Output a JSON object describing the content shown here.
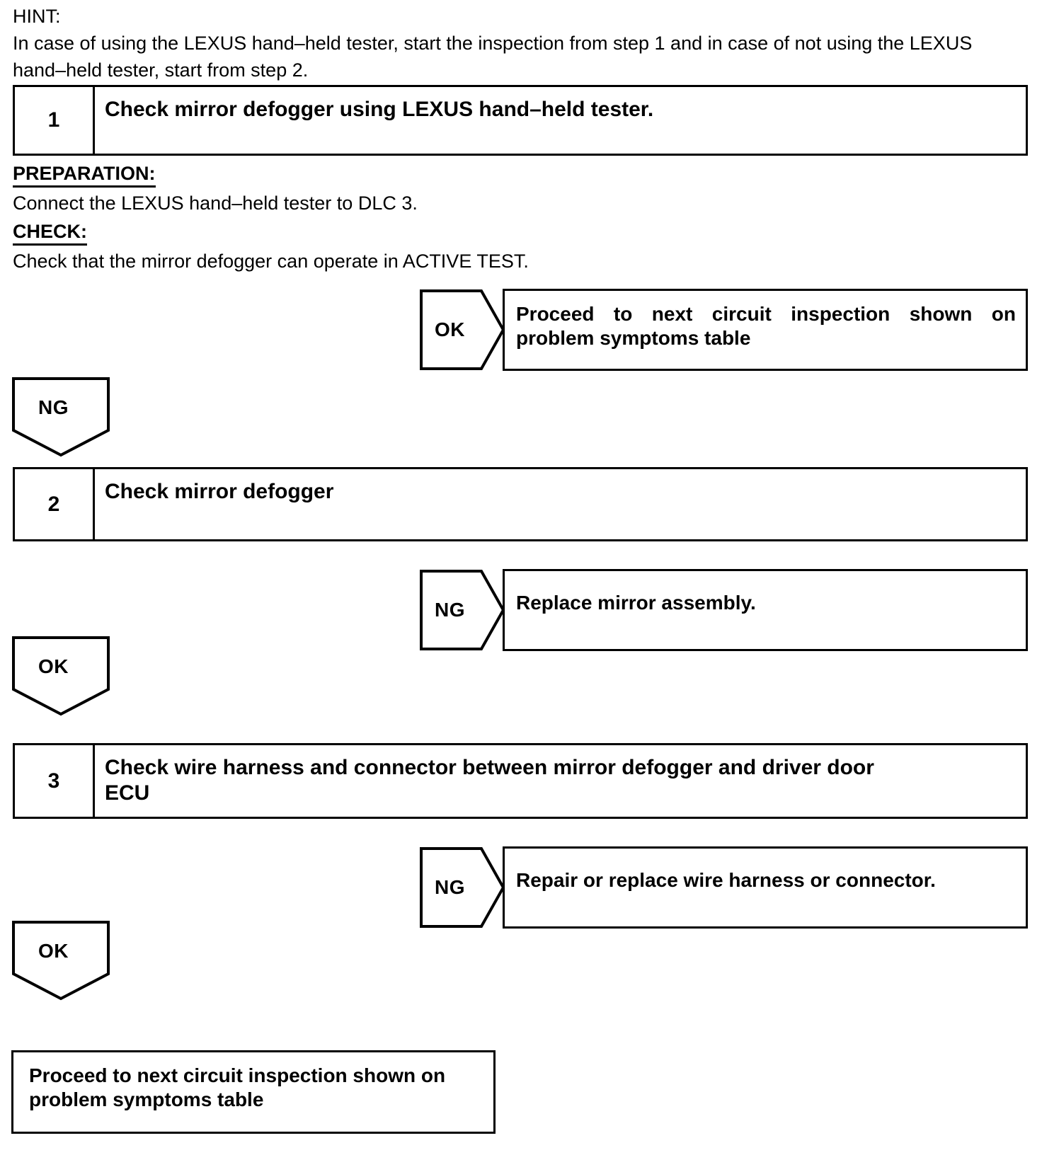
{
  "hint": {
    "label": "HINT:",
    "body": "In case of using the LEXUS hand–held tester, start the inspection from step 1 and in case of not using the LEXUS hand–held tester, start from step 2."
  },
  "preparation": {
    "title": "PREPARATION:",
    "text": "Connect the LEXUS hand–held tester to DLC 3."
  },
  "check": {
    "title": "CHECK:",
    "text": "Check that the mirror defogger can operate in ACTIVE TEST."
  },
  "steps": [
    {
      "number": "1",
      "title": "Check mirror defogger using LEXUS hand–held tester."
    },
    {
      "number": "2",
      "title": "Check mirror defogger"
    },
    {
      "number": "3",
      "title": "Check wire harness and connector between mirror defogger and driver door ECU"
    }
  ],
  "branches": [
    {
      "judgement": "OK",
      "direction": "right",
      "result": "Proceed to next circuit inspection shown on problem symptoms table"
    },
    {
      "judgement": "NG",
      "direction": "down",
      "result": ""
    },
    {
      "judgement": "NG",
      "direction": "right",
      "result": "Replace mirror assembly."
    },
    {
      "judgement": "OK",
      "direction": "down",
      "result": ""
    },
    {
      "judgement": "NG",
      "direction": "right",
      "result": "Repair or replace wire harness or connector."
    },
    {
      "judgement": "OK",
      "direction": "down",
      "result": ""
    }
  ],
  "terminal": {
    "text": "Proceed to next circuit inspection shown on problem symptoms table"
  },
  "colors": {
    "ink": "#000000",
    "paper": "#ffffff"
  }
}
